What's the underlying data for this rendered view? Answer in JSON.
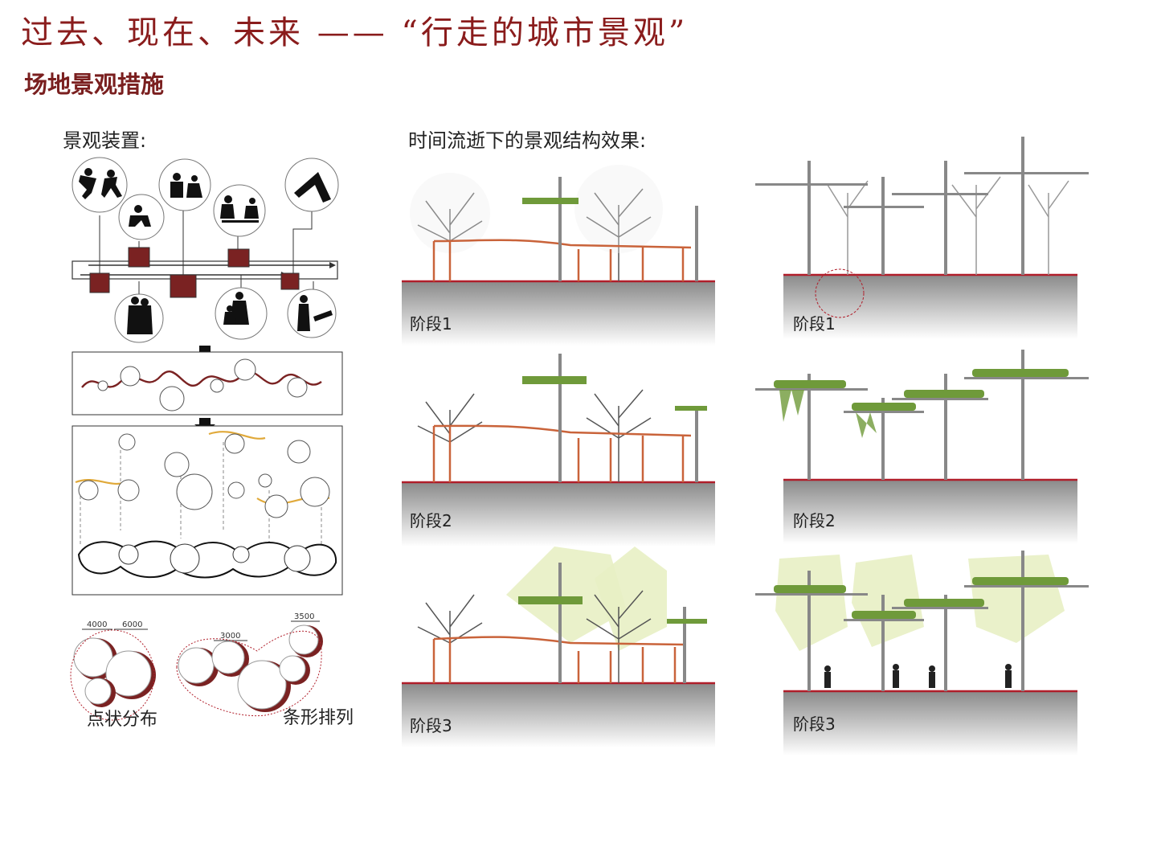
{
  "header": {
    "title": "过去、现在、未来 —— “行走的城市景观”",
    "section": "场地景观措施"
  },
  "left_panel": {
    "heading": "景观装置:",
    "dimensions": {
      "d1": "4000",
      "d2": "6000",
      "d3": "3000",
      "d4": "3500"
    },
    "layout_point": "点状分布",
    "layout_strip": "条形排列"
  },
  "right_panel": {
    "heading": "时间流逝下的景观结构效果:",
    "stages": [
      "阶段1",
      "阶段2",
      "阶段3"
    ]
  },
  "colors": {
    "title": "#8a1c1c",
    "accent_red": "#7a2222",
    "ground_line": "#b01e2a",
    "frame_orange": "#c9633a",
    "leaf_green": "#6f9a3a",
    "canopy_glow": "#e8efc4",
    "path_yellow": "#e0a93a"
  }
}
